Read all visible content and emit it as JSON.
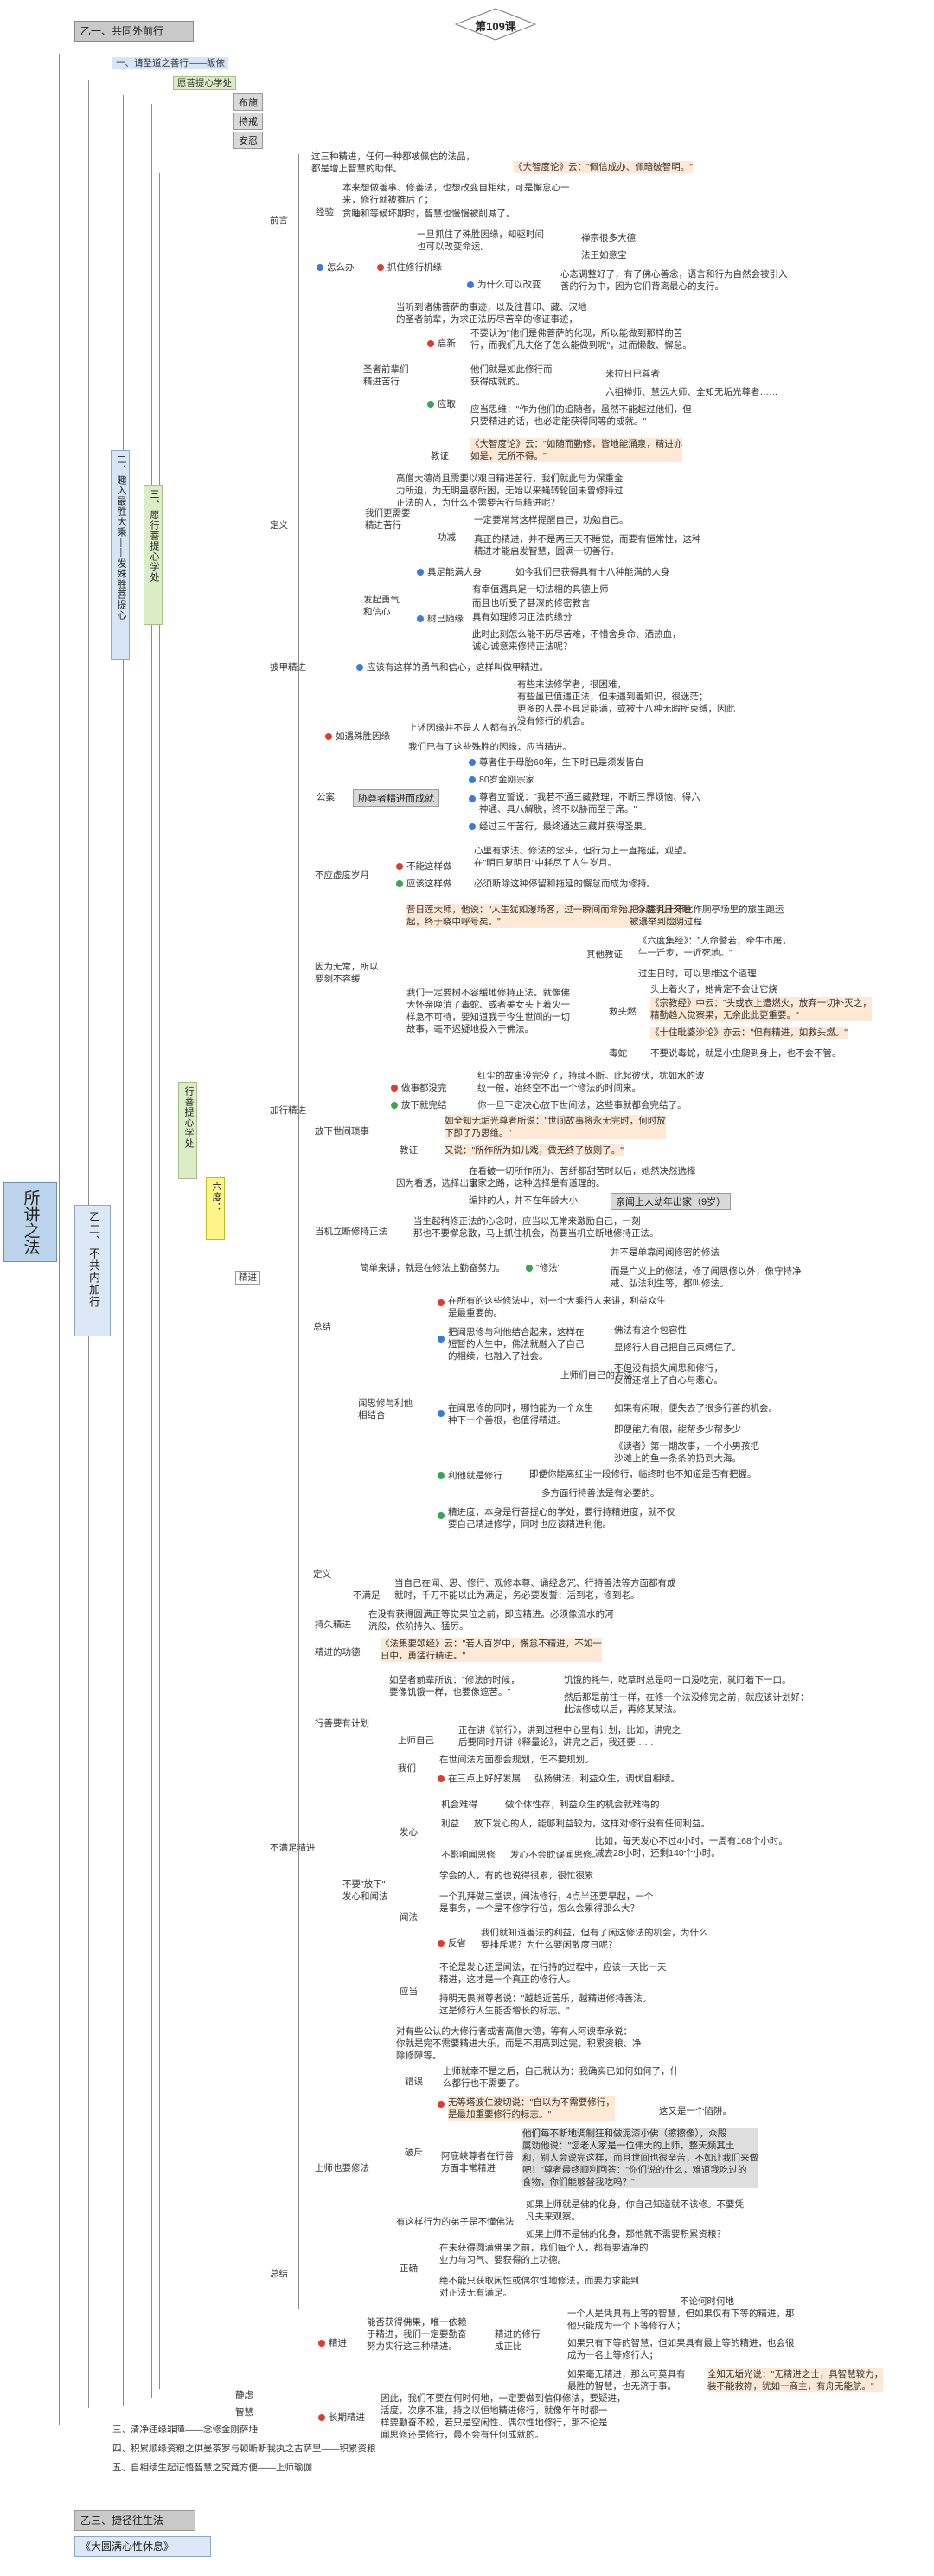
{
  "title": "第109课",
  "root": "所讲之法",
  "top_nodes": {
    "yi_yi": "乙一、共同外前行",
    "yi_er": "乙二、不共内加行",
    "yi_san": "乙三、捷径往生法",
    "book": "《大圆满心性休息》"
  },
  "l2": {
    "bing_yi": "一、请圣道之善行——皈依",
    "bing_er": "二、趣入最胜大乘——发殊胜菩提心",
    "bing_san": "三、清净违缘罪障——念修金刚萨埵",
    "bing_si": "四、积累顺缘资粮之供曼茶罗与顿断断我执之古萨里——积累资粮",
    "bing_wu": "五、自相续生起证悟智慧之究竟方便——上师瑜伽"
  },
  "l3": {
    "faxin": "愿菩提心学处",
    "xing_xue": "三、愿行菩提心学处",
    "xing_pu": "行菩提心学处",
    "six": "六度：",
    "jing": "精进",
    "bushi": "布施",
    "chijie": "持戒",
    "anren": "安忍",
    "jinglv": "静虑",
    "zhihui": "智慧"
  },
  "sections": {
    "qianyan": "前言",
    "dingyi": "定义",
    "piju": "披甲精进",
    "jiaxing": "加行精进",
    "bu_manzu": "不满足精进",
    "zongjie": "总结"
  },
  "text": {
    "q1": "这三种精进，任何一种都被佩信的法品，\n都是增上智慧的助伴。",
    "q1b": "《大智度论》云：\"佩信成办、佩暗破智明。\"",
    "q2": "本来想做善事、修善法，也想改变自相续，可是懈怠心一\n来，修行就被推后了；",
    "q2a": "经验",
    "q2b": "贪睡和等候坏期时，智慧也慢慢被削减了。",
    "q3a": "一旦抓住了殊胜因缘，知驱时间\n也可以改变命运。",
    "q3b": "禅宗很多大德",
    "q3c": "法王如意宝",
    "q3d": "怎么办",
    "q3e": "抓住修行机缘",
    "q3f": "为什么可以改变",
    "q3g": "心态调整好了，有了佛心善念，语言和行为自然会被引入\n善的行为中，因为它们背离最心的支行。",
    "d1": "当听到诸佛菩萨的事迹，以及往昔印、藏、汉地\n的圣者前辈，为求正法历尽苦辛的修证事迹，",
    "d2": "不要认为\"他们是佛菩萨的化现，所以能做到那样的苦\n行，而我们凡夫俗子怎么能做到呢\"，进而懒散、懈怠。",
    "d2a": "启新",
    "d3": "他们就是如此修行而\n获得成就的。",
    "d3a": "米拉日巴尊者",
    "d3b": "六祖禅师、慧远大师、全知无垢光尊者……",
    "d3c": "应取",
    "d4": "应当思维：\"作为他们的追随者，虽然不能超过他们，但\n只要精进的话，也必定能获得同等的成就。\"",
    "d5": "《大智度论》云：\"如随而勤修，皆地能涌泉，精进亦\n如是，无所不得。\"",
    "d5a": "教证",
    "d6": "圣者前辈们\n精进苦行",
    "e1": "高僧大德尚且需要以艰日精进苦行，我们就此与为保重金\n力所迫，为无明蛊惑所困，无始以来蝇转轮回未曾修持过\n正法的人，为什么不需要苦行与精进呢？",
    "e2": "我们更需要\n精进苦行",
    "e3": "一定要常常这样提醒自己，劝勉自己。",
    "e3a": "功减",
    "e4": "真正的精进，并不是两三天不睡觉，而要有恒常性，这种\n精进才能启发智慧，圆满一切善行。",
    "f1": "具足能满人身",
    "f1a": "如今我们已获得具有十八种能满的人身",
    "f2": "有幸值遇具足一切法相的具德上师",
    "f3": "而且也听受了甚深的修密教言",
    "f4": "具有如理修习正法的缘分",
    "f5": "此时此刻怎么能不历尽苦难，不惜舍身命、洒热血，\n诚心诚意来修持正法呢？",
    "f6": "发起勇气\n和信心",
    "f7": "树已随缘",
    "f8": "应该有这样的勇气和信心，这样叫做甲精进。",
    "g1": "有些末法修学者，很困难，\n有些虽已值遇正法，但未遇到善知识，很迷茫；\n更多的人是不具足能满，或被十八种无暇所束缚，因此\n没有修行的机会。",
    "g2": "上述因缘并不是人人都有的。",
    "g3": "如遇殊胜因缘",
    "g4": "我们已有了这些殊胜的因缘，应当精进。",
    "h1": "尊者住于母胎60年，生下时已是须发皆白",
    "h2": "80岁金刚宗家",
    "h3": "尊者立誓说：\"我若不通三藏教理，不断三界烦恼、得六\n神通、具八解脱，终不以胁而至于席。\"",
    "h4": "经过三年苦行，最终通达三藏并获得圣果。",
    "h5": "胁尊者精进而成就",
    "h6": "公案",
    "j1": "心里有求法、修法的念头，但行为上一直拖延，观望。\n在\"明日复明日\"中耗尽了人生岁月。",
    "j2": "不能这样做",
    "j3": "应该这样做",
    "j3a": "必须断除这种停留和拖延的懈怠而成为修持。",
    "j4": "不应虚度岁月",
    "k1": "昔日莲大师，他说：\"人生犹如瀑场客，过一瞬间而命殆。今朝明日又睡\n起，终于晓中呼号矣。\"",
    "k2": "把人生几十年比作厕亭场里的旅生跑运\n被瀑举到险阴过程",
    "k3": "《六度集经》：\"人命譬若，牵牛市屠，\n牛一迁步，一近死地。\"",
    "k3a": "其他教证",
    "k4": "过生日时，可以思维这个道理",
    "k5": "我们一定要树不容缓地修持正法。就像佛\n大怀亲唤消了毒蛇、或者美女头上着火一\n样急不可待，要知道我于今生世间的一切\n故事，毫不迟疑地投入于佛法。",
    "k6": "因为无常，所以\n要刻不容缓",
    "k7": "头上着火了，她肯定不会让它烧",
    "k8": "《宗教经》中云：\"头或衣上遭燃火，放弃一切补灭之，\n精勤趋入觉察果，无余此此更重要。\"",
    "k9": "《十住毗婆沙论》亦云：\"但有精进，如救头燃。\"",
    "k10": "救头燃",
    "k11": "毒蛇",
    "k12": "不要说毒蛇，就是小虫爬到身上，也不会不管。",
    "m1": "红尘的故事没完没了，持续不断。此起彼伏，犹如水的波\n纹一般，始终空不出一个修法的时间来。",
    "m2": "做事都没完",
    "m3": "放下就完结",
    "m3a": "你一旦下定决心放下世间法，这些事就都会完结了。",
    "m4": "如全知无垢光尊者所说：\"世间故事将永无完时，何时放\n下即了乃思维。\"",
    "m5": "又说：\"所作所为如儿戏，做无终了放则了。\"",
    "m5a": "教证",
    "m6": "放下世间琐事",
    "m7": "在看破一切所作所为、苦纤都甜苦时以后，她然决然选择\n出家之路，这种选择是有道理的。",
    "m8": "因为看透，选择出家",
    "m9": "编排的人，并不在年龄大小",
    "m9a": "亲闻上人幼年出家（9岁）",
    "n1": "当生起稍修正法的心念时，应当以无常来激励自己，一刻\n那也不要懈怠散，马上抓住机会，尚要当机立断地修持正法。",
    "n2": "当机立断修持正法",
    "o1": "简单来讲，就是在修法上勤奋努力。",
    "o1a": "\"修法\"",
    "o2": "并不是单靠闻闻修密的修法",
    "o3": "而是广义上的修法，修了闻思修以外，像守持净\n戒、弘法利生等，都叫修法。",
    "o4": "总结",
    "p1": "在所有的这些修法中，对一个大乘行人来讲，利益众生\n是最重要的。",
    "p2": "把闻思修与利他结合起来，这样在\n短暂的人生中，佛法就融入了自己\n的相续，也融入了社会。",
    "p3": "佛法有这个包容性",
    "p4": "显修行人自己把自己束缚住了。",
    "p5": "不但没有损失闻思和修行，\n反而还增上了自心与悲心。",
    "p6": "上师们自己的方法",
    "p7": "在闻思修的同时，哪怕能为一个众生\n种下一个善根，也值得精进。",
    "p8": "如果有闲暇，便失去了很多行善的机会。",
    "p9": "即便能力有限，能帮多少帮多少",
    "p10": "《读者》第一期故事，一个小男孩把\n沙滩上的鱼一条条的扔到大海。",
    "p11": "即便你能离红尘一段修行，临终时也不知道是否有把握。",
    "p12": "多方面行持善法是有必要的。",
    "p13": "利他就是修行",
    "p14": "精进度，本身是行菩提心的学处，要行持精进度，就不仅\n要自己精进修学，同时也应该精进利他。",
    "p15": "闻思修与利他\n相结合",
    "q4": "当自己在闻、思、修行、观修本尊、诵经念咒、行持善法等方面都有成\n就时，千万不能以此为满足，务必要发誓：活到老，修到老。",
    "q4a": "不满足",
    "q5": "在没有获得圆满正等觉果位之前，即应精进。必须像流水的河\n流般，依阶持久、猛厉。",
    "q5a": "持久精进",
    "q6": "《法集要颂经》云：\"若人百岁中，懈怠不精进，不如一\n日中，勇猛行精进。\"",
    "q6a": "精进的功德",
    "q7": "定义",
    "r1": "如圣者前辈所说：\"修法的时候，\n要像饥饿一样，也要像遮苦。\"",
    "r2": "饥饿的牦牛，吃草时总是叼一口没吃完，就盯着下一口。",
    "r3": "然后那是前往一样，在修一个法没修完之前，就应该计划好：\n此法修成以后，再修某某法。",
    "r4": "上师自己",
    "r5": "正在讲《前行》，讲到过程中心里有计划，比如，讲完之\n后要同时开讲《释量论》，讲完之后，我还要……",
    "r6": "我们",
    "r6a": "在世间法方面都会规划，但不要规划。",
    "r7": "在三点上好好发展",
    "r7a": "弘扬佛法，利益众生，调伏自相续。",
    "r8": "行善要有计划",
    "s1": "机会难得",
    "s1a": "做个体性存，利益众生的机会就难得的",
    "s2": "利益",
    "s2a": "放下发心的人，能够利益较为，这样对修行没有任何利益。",
    "s3": "比如，每天发心不过4小时，一周有168个小时。\n减去28小时，还剩140个小时。",
    "s4": "发心不会耽误闻思修。",
    "s4a": "不影响闻思修",
    "s5": "发心",
    "s6": "学会的人，有的也说得很累，很忙很累",
    "s7": "一个孔拜做三堂课，闻法修行，4点半还要早起，一个\n是事务，一个是不修学行位，怎么会累得那么大？",
    "s8": "我们就知道善法的利益，但有了闲这修法的机会，为什么\n要排斥呢？为什么要闲散度日呢？",
    "s8a": "反省",
    "s9": "闻法",
    "s10": "不论是发心还是闻法，在行持的过程中，应该一天比一天\n精进，这才是一个真正的修行人。",
    "s11": "持明无畏洲尊者说：\"越趋近苦乐，越精进修持善法。\n这是修行人生能否增长的标志。\"",
    "s12": "应当",
    "s13": "不要\"放下\"\n发心和闻法",
    "t1": "对有些公认的大修行者或者高僧大德，等有人阿谀奉承说：\n你就是完不需要精进大乐，而是不用高到这完，积累资粮、净\n除修障等。",
    "t2": "上师就幸不是之后，自己就认为：我确实已如何如何了，什\n么都行也不需要了。",
    "t2a": "错误",
    "t3": "无等塔波仁波切说：\"自以为不需要修行，\n是最加重要修行的标志。\"",
    "t3a": "这又是一个陷阱。",
    "t4": "他们每不断地调制狂和做泥漆小佛（擦擦像），众殿\n属劝他说：\"您老人家是一位伟大的上师，整天频其土\n和，别人会说完这样，而且世间也很辛苦，不如让我们来做\n吧！\"尊者最终顺利回答：\"你们说的什么，难道我吃过的\n食物，你们能够替我吃吗？\"",
    "t5": "阿底峡尊者在行善\n方面非常精进",
    "t6": "破斥",
    "t7": "如果上师就是佛的化身，你自己知道就不该修。不要凭\n凡夫来观察。",
    "t8": "如果上师不是佛的化身，那他就不需要积累资粮？",
    "t9": "有这样行为的弟子是不懂佛法",
    "t10": "在未获得圆满佛果之前，我们每个人，都有要清净的\n业力与习气、要获得的上功德。",
    "t11": "正确",
    "t12": "绝不能只获取闲性或偶尔性地修法，而要力求能到\n对正法无有满足。",
    "t12a": "不论何时何地",
    "t13": "上师也要修法",
    "t14": "不满足精进",
    "u1": "能否获得佛果，唯一依赖\n于精进，我们一定要勤奋\n努力实行这三种精进。",
    "u2": "精进的修行\n成正比",
    "u3": "一个人是凭具有上等的智慧，但如果仅有下等的精进，那\n他只能成为一个下等修行人；",
    "u4": "如果只有下等的智慧，但如果具有最上等的精进，也会很\n成为一名上等修行人；",
    "u5": "如果毫无精进，那么可莫具有\n最胜的智慧，也无济于事。",
    "u6": "全知无垢光说：\"无精进之士，具智慧较力，\n装不能救祢，犹如一商主，有舟无能航。\"",
    "u7": "精进",
    "u8": "因此，我们不要在何时何地，一定要做到信仰修法，要疑进，\n活度，次序不准，持之以恒地精进修行，就像年年时都一\n样要勤奋不松，若只是空闲性、偶尔性地修行，那不论是\n闻思修还是修行，最不会有任何成就的。",
    "u9": "长期精进",
    "u10": "总结"
  }
}
